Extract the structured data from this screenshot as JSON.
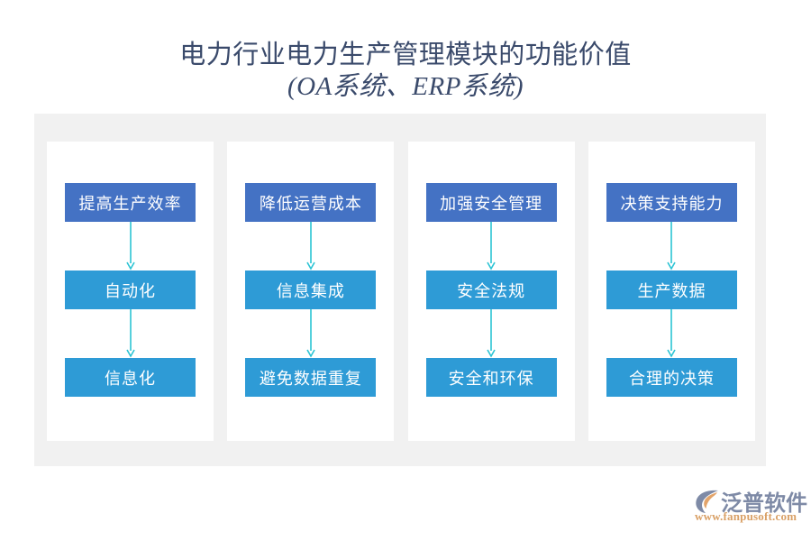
{
  "title": {
    "line1": "电力行业电力生产管理模块的功能价值",
    "line2": "(OA系统、ERP系统)",
    "color": "#3a4a6b"
  },
  "colors": {
    "page_background": "#ffffff",
    "panel_background": "#f1f1f1",
    "card_background": "#ffffff",
    "level0_box": "#4472c4",
    "level1_box": "#2e9bd6",
    "level2_box": "#2e9bd6",
    "arrow": "#2bc4d4",
    "box_text": "#ffffff",
    "logo_wordmark": "#7e8aa6",
    "logo_url": "#d9a066",
    "logo_mark_body": "#7e8aa6",
    "logo_mark_accent": "#e3a46a"
  },
  "diagram": {
    "type": "flow-columns",
    "columns": [
      {
        "id": "column-1",
        "nodes": [
          {
            "level": 0,
            "label": "提高生产效率"
          },
          {
            "level": 1,
            "label": "自动化"
          },
          {
            "level": 2,
            "label": "信息化"
          }
        ],
        "arrows": [
          {
            "from": "提高生产效率",
            "to": "自动化"
          },
          {
            "from": "自动化",
            "to": "信息化"
          }
        ]
      },
      {
        "id": "column-2",
        "nodes": [
          {
            "level": 0,
            "label": "降低运营成本"
          },
          {
            "level": 1,
            "label": "信息集成"
          },
          {
            "level": 2,
            "label": "避免数据重复"
          }
        ],
        "arrows": [
          {
            "from": "降低运营成本",
            "to": "信息集成"
          },
          {
            "from": "信息集成",
            "to": "避免数据重复"
          }
        ]
      },
      {
        "id": "column-3",
        "nodes": [
          {
            "level": 0,
            "label": "加强安全管理"
          },
          {
            "level": 1,
            "label": "安全法规"
          },
          {
            "level": 2,
            "label": "安全和环保"
          }
        ],
        "arrows": [
          {
            "from": "加强安全管理",
            "to": "安全法规"
          },
          {
            "from": "安全法规",
            "to": "安全和环保"
          }
        ]
      },
      {
        "id": "column-4",
        "nodes": [
          {
            "level": 0,
            "label": "决策支持能力"
          },
          {
            "level": 1,
            "label": "生产数据"
          },
          {
            "level": 2,
            "label": "合理的决策"
          }
        ],
        "arrows": [
          {
            "from": "决策支持能力",
            "to": "生产数据"
          },
          {
            "from": "生产数据",
            "to": "合理的决策"
          }
        ]
      }
    ]
  },
  "logo": {
    "wordmark": "泛普软件",
    "url": "www.fanpusoft.com",
    "mark_icon": "fanpu-c-mark-icon"
  }
}
